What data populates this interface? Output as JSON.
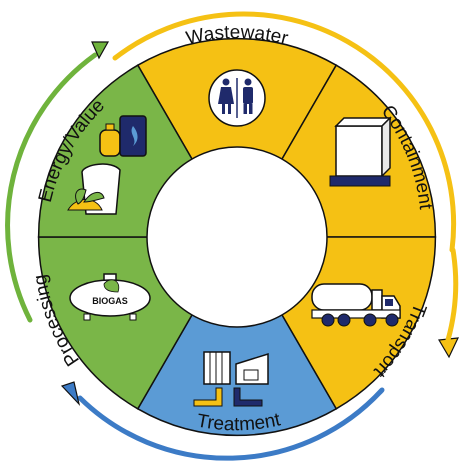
{
  "diagram": {
    "center_label": "",
    "stages": [
      {
        "id": "wastewater",
        "label": "Wastewater",
        "icon": "restroom-icon",
        "color": "#F5C114"
      },
      {
        "id": "containment",
        "label": "Containment",
        "icon": "septic-tank-icon",
        "color": "#F5C114"
      },
      {
        "id": "transport",
        "label": "Transport",
        "icon": "tanker-truck-icon",
        "color": "#F5C114"
      },
      {
        "id": "treatment",
        "label": "Treatment",
        "icon": "treatment-plant-icon",
        "color": "#5B9BD5"
      },
      {
        "id": "processing",
        "label": "Processing",
        "icon": "biogas-tank-icon",
        "color": "#7AB648"
      },
      {
        "id": "energy_value",
        "label": "Energy/Value",
        "icon": "gas-cylinder-and-compost-icon",
        "color": "#7AB648"
      }
    ],
    "biogas_tank_text": "BIOGAS",
    "colors": {
      "yellow": "#F5C114",
      "blue": "#5B9BD5",
      "green": "#7AB648",
      "navy": "#1F2A6B",
      "blue_arrow": "#3C7BC6",
      "green_arrow": "#6FB33C"
    }
  }
}
